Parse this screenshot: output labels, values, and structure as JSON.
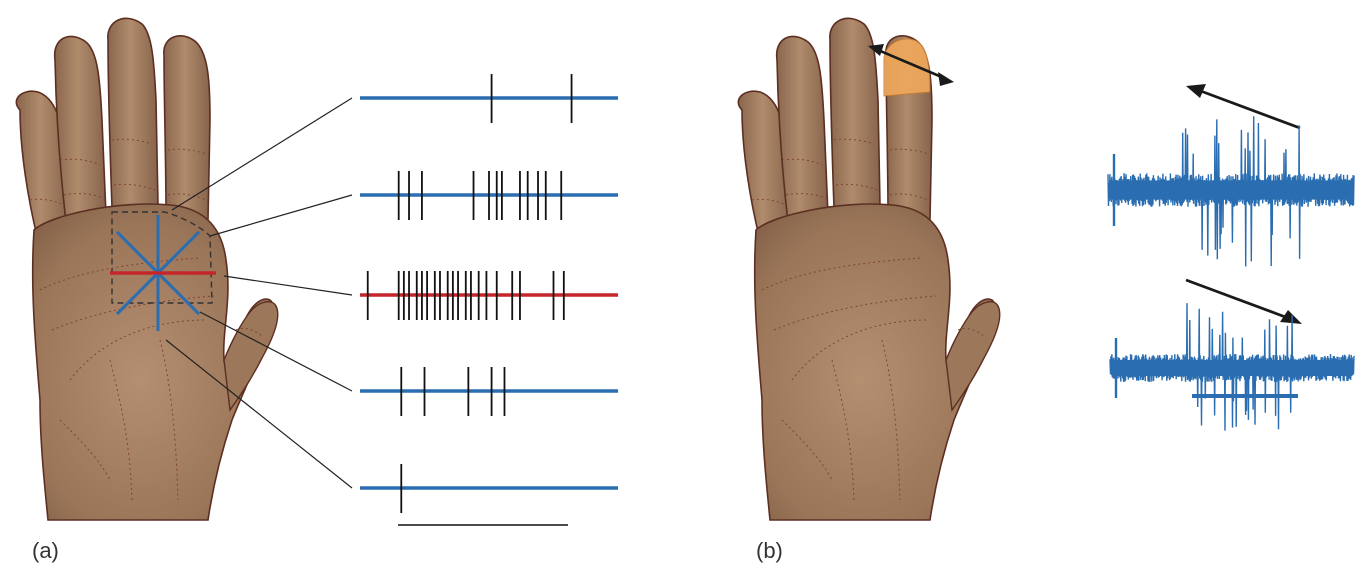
{
  "panels": {
    "a": {
      "label": "(a)"
    },
    "b": {
      "label": "(b)"
    }
  },
  "colors": {
    "skin": "#a07b5e",
    "skin_dark": "#6b4a3a",
    "skin_light": "#c39e80",
    "outline": "#5c2f22",
    "crease": "#7a3b2c",
    "trace_blue": "#2a6db0",
    "trace_red": "#c4262b",
    "spike": "#111111",
    "stimulus": "#f0a85c",
    "arrow": "#1a1a1a",
    "dash_box": "#333333"
  },
  "icons": {
    "receptive_field": "star-of-lines-icon",
    "direction_arrow": "double-headed-arrow-icon"
  },
  "traces": [
    {
      "orientation": "blue",
      "spikes": [
        0.51,
        0.82
      ]
    },
    {
      "orientation": "blue",
      "spikes": [
        0.15,
        0.19,
        0.24,
        0.44,
        0.5,
        0.53,
        0.55,
        0.62,
        0.65,
        0.69,
        0.72,
        0.78
      ]
    },
    {
      "orientation": "red",
      "spikes": [
        0.03,
        0.15,
        0.17,
        0.19,
        0.22,
        0.24,
        0.26,
        0.29,
        0.31,
        0.34,
        0.36,
        0.38,
        0.41,
        0.43,
        0.46,
        0.49,
        0.53,
        0.59,
        0.62,
        0.75,
        0.79
      ]
    },
    {
      "orientation": "blue",
      "spikes": [
        0.16,
        0.25,
        0.42,
        0.51,
        0.56
      ]
    },
    {
      "orientation": "blue",
      "spikes": [
        0.16
      ]
    }
  ],
  "direction_recordings": [
    {
      "direction": "up-left",
      "response": "strong"
    },
    {
      "direction": "down-right",
      "response": "weak"
    }
  ]
}
